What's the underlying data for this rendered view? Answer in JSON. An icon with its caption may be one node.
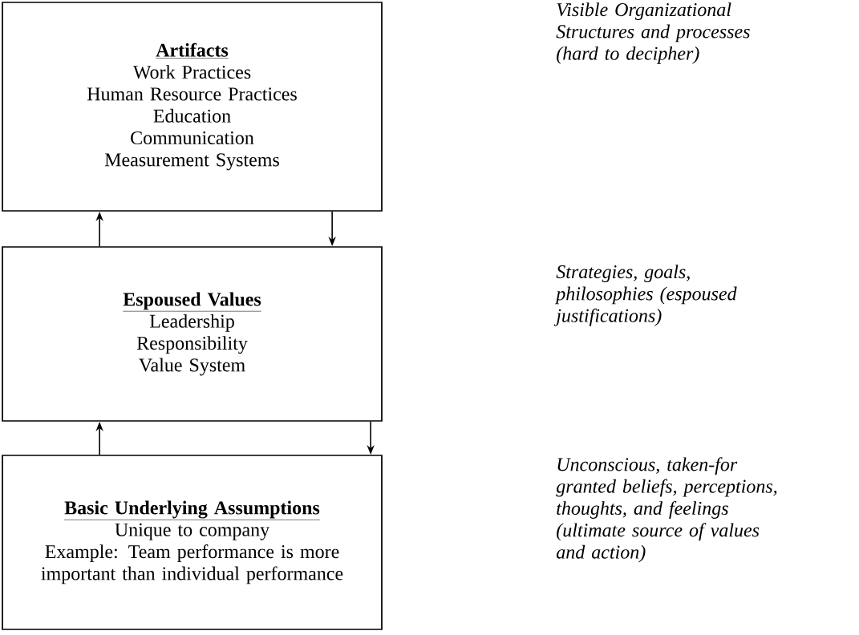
{
  "diagram": {
    "nodes": [
      {
        "text": [
          "Artifacts",
          "Work Practices",
          "Human Resource Practices",
          "Education",
          "Communication",
          "Measurement Systems"
        ]
      },
      {
        "text": [
          "Espoused Values",
          "Leadership",
          "Responsibility",
          "Value System"
        ]
      },
      {
        "text": [
          "Basic Underlying Assumptions",
          "Unique to company",
          "Example: Team performance is more important than individual performance"
        ]
      }
    ],
    "edges": [
      {
        "from": 1,
        "to": 0,
        "arrow": "to"
      },
      {
        "from": 0,
        "to": 1,
        "arrow": "to"
      },
      {
        "from": 2,
        "to": 1,
        "arrow": "to"
      },
      {
        "from": 1,
        "to": 2,
        "arrow": "to"
      }
    ],
    "labels": [
      "Visible Organizational Structures and processes (hard to decipher)",
      "Strategies, goals, philosophies (espoused justifications)",
      "Unconscious, taken-for granted beliefs, perceptions, thoughts, and feelings (ultimate source of values and action)"
    ]
  }
}
